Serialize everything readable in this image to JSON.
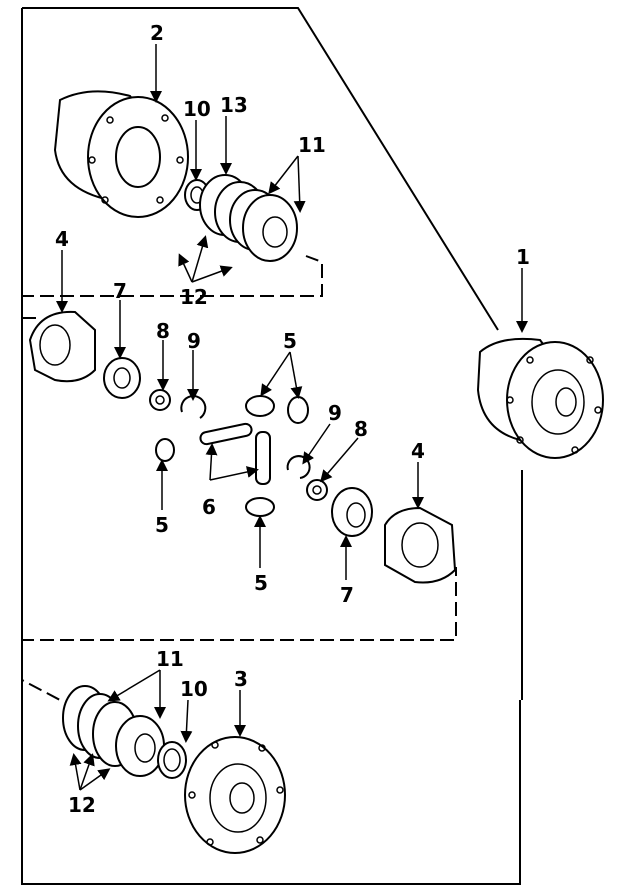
{
  "diagram": {
    "callouts": {
      "c2": "2",
      "c10_top": "10",
      "c13": "13",
      "c11_top": "11",
      "c12_top": "12",
      "c4_left": "4",
      "c7_left": "7",
      "c8_left": "8",
      "c9_left": "9",
      "c5_top": "5",
      "c9_right": "9",
      "c8_right": "8",
      "c4_right": "4",
      "c5_left": "5",
      "c6": "6",
      "c5_bottom": "5",
      "c7_right": "7",
      "c1": "1",
      "c11_bottom": "11",
      "c10_bottom": "10",
      "c3": "3",
      "c12_bottom": "12"
    }
  }
}
